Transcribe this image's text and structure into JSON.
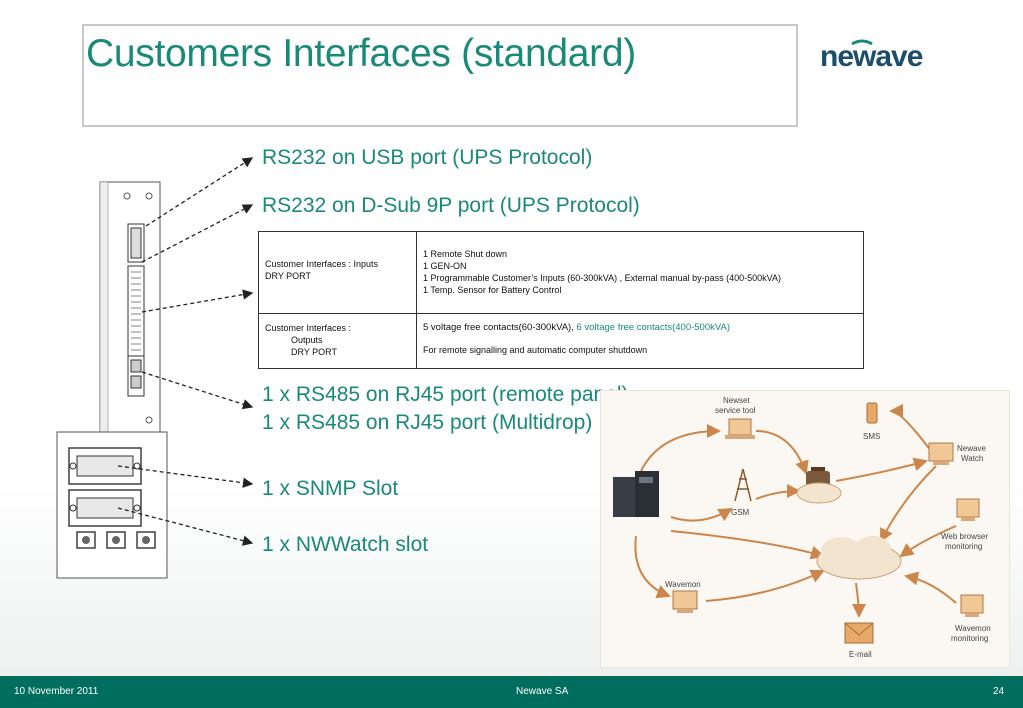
{
  "slide": {
    "title": "Customers Interfaces (standard)",
    "logo": "newave"
  },
  "labels": {
    "usb": "RS232 on USB port (UPS Protocol)",
    "dsub": "RS232 on D-Sub 9P port (UPS Protocol)",
    "rs485_panel": "1 x RS485 on RJ45 port (remote panel)",
    "rs485_multidrop": "1 x RS485 on RJ45 port (Multidrop)",
    "snmp": "1 x SNMP Slot",
    "nwwatch": "1 x NWWatch slot"
  },
  "table": {
    "row1": {
      "left": [
        "Customer Interfaces : Inputs",
        "DRY PORT"
      ],
      "right": [
        "1 Remote Shut down",
        "1 GEN-ON",
        "1 Programmable Customer’s Inputs (60-300kVA) , External manual by-pass (400-500kVA)",
        "1 Temp. Sensor for Battery Control"
      ]
    },
    "row2": {
      "left": [
        "Customer Interfaces :",
        "Outputs",
        "DRY PORT"
      ],
      "right_a": "5 voltage free contacts(60-300kVA), ",
      "right_a_highlight": "6 voltage free contacts(400-500kVA)",
      "right_b": "For remote signalling and automatic computer shutdown"
    }
  },
  "network": {
    "newset": "Newset",
    "service_tool": "service tool",
    "sms": "SMS",
    "newave": "Newave",
    "watch": "Watch",
    "gsm": "GSM",
    "web_browser": "Web browser",
    "web_monitoring": "monitoring",
    "wavemon": "Wavemon",
    "wavemon_monitoring_a": "Wavemon",
    "wavemon_monitoring_b": "monitoring",
    "email": "E-mail"
  },
  "footer": {
    "date": "10 November 2011",
    "company": "Newave  SA",
    "page": "24"
  },
  "colors": {
    "accent": "#1a8a78",
    "footer": "#006e5e",
    "logo": "#1c4e6b",
    "arrow": "#c87a3a"
  }
}
